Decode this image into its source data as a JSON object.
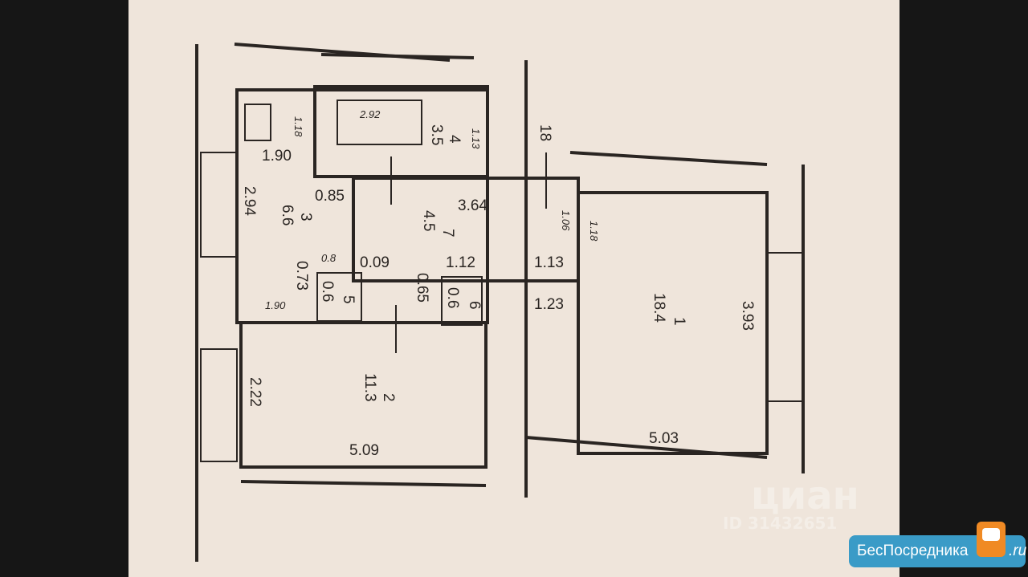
{
  "plan": {
    "dimensions": [
      "1.90",
      "1.18",
      "2.94",
      "0.85",
      "3.64",
      "0.09",
      "1.12",
      "1.13",
      "1.23",
      "0.65",
      "0.73",
      "2.22",
      "5.09",
      "5.03",
      "3.93",
      "18",
      "2.92",
      "1.13",
      "1.90",
      "1.06",
      "1.18",
      "0.8"
    ],
    "rooms": [
      {
        "number": "1",
        "area": "18.4"
      },
      {
        "number": "2",
        "area": "11.3"
      },
      {
        "number": "3",
        "area": "6.6"
      },
      {
        "number": "4",
        "area": "3.5"
      },
      {
        "number": "5",
        "area": "0.6"
      },
      {
        "number": "6",
        "area": "0.6"
      },
      {
        "number": "7",
        "area": "4.5"
      }
    ]
  },
  "watermark": {
    "brand": "циан",
    "id": "ID 31432651"
  },
  "logo": {
    "text": "БесПосредника",
    "suffix": ".ru"
  }
}
